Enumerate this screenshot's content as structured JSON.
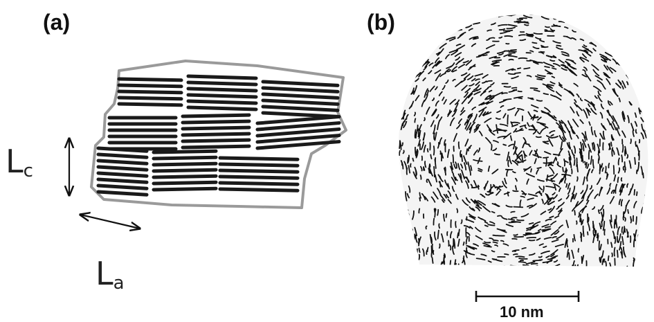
{
  "panels": {
    "a": {
      "label": "(a)"
    },
    "b": {
      "label": "(b)"
    }
  },
  "dimensions": {
    "lc": {
      "symbol": "L",
      "subscript": "c"
    },
    "la": {
      "symbol": "L",
      "subscript": "a"
    }
  },
  "scale_bar": {
    "label": "10 nm"
  },
  "colors": {
    "ink": "#111111",
    "outline": "#9a9a9a",
    "layers": "#1a1a1a"
  }
}
